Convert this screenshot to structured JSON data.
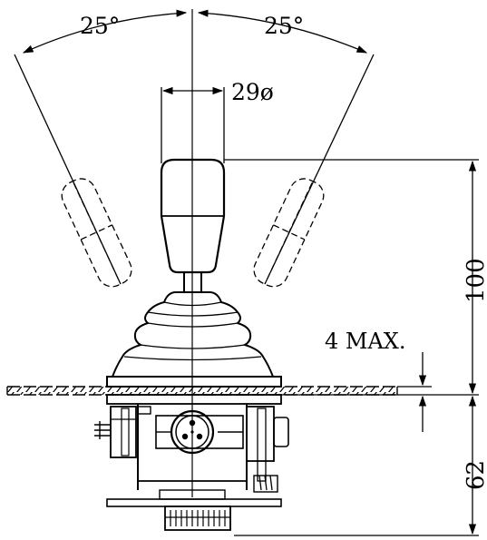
{
  "labels": {
    "angle_left": "25°",
    "angle_right": "25°",
    "handle_diameter": "29ø",
    "panel_thickness": "4  MAX.",
    "height_above_panel": "100",
    "depth_below_panel": "62"
  },
  "colors": {
    "ink": "#000000",
    "paper": "#ffffff"
  }
}
